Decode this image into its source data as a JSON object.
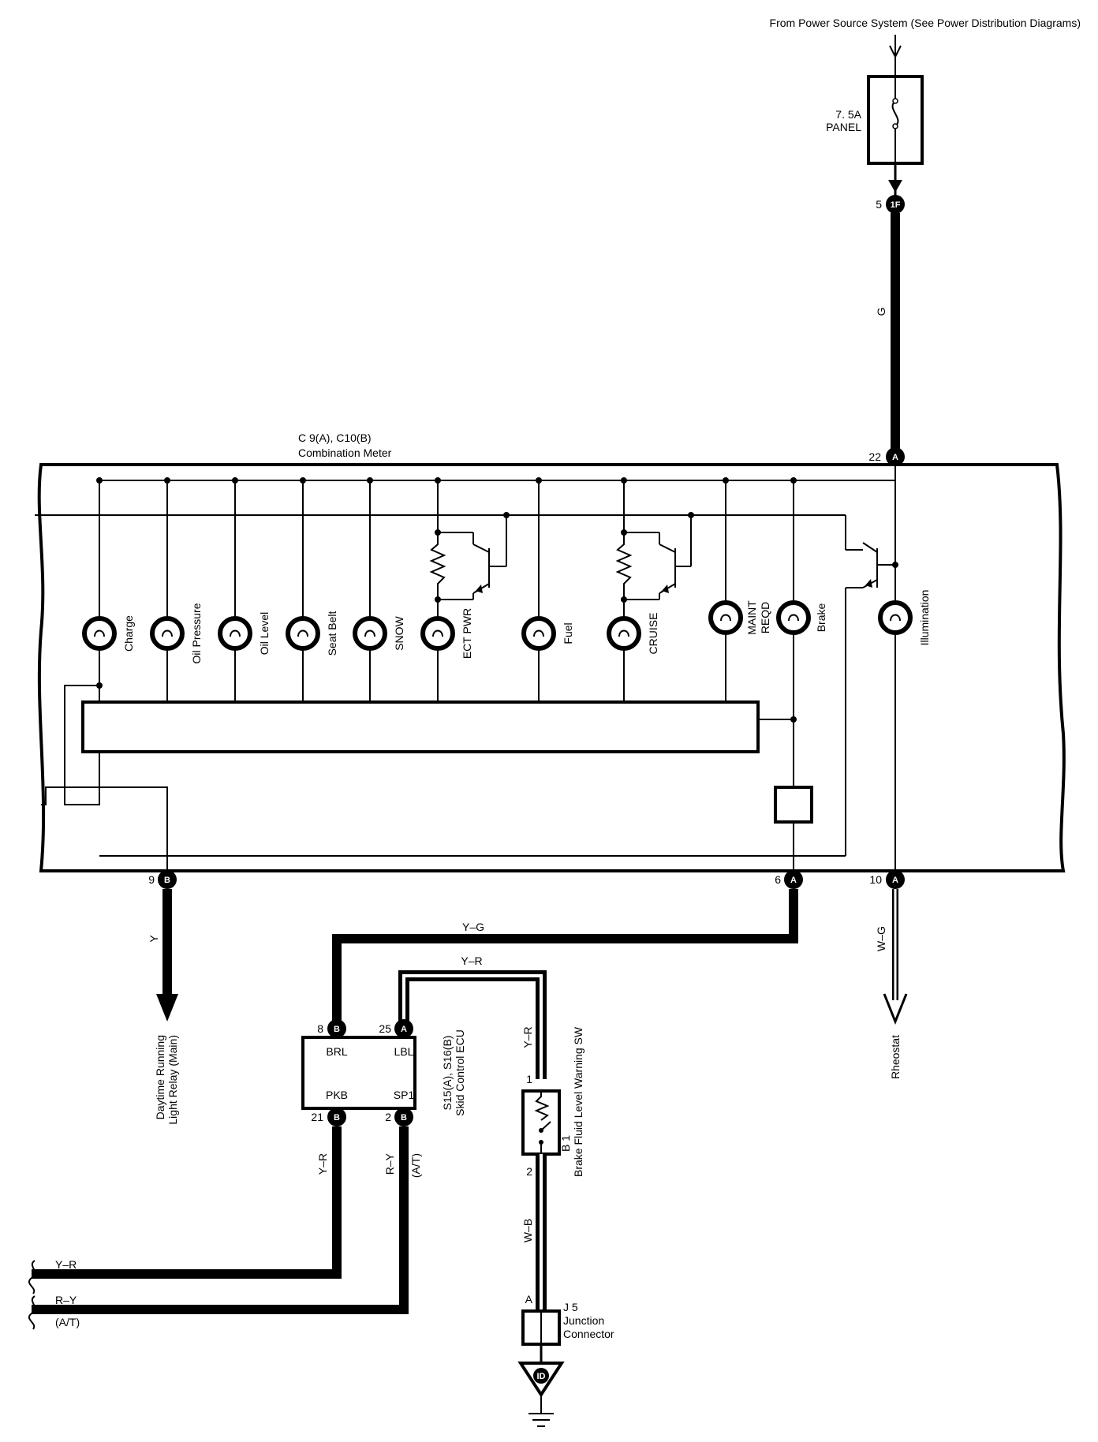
{
  "power_source": "From Power Source System (See Power Distribution Diagrams)",
  "fuse": {
    "rating": "7. 5A",
    "name": "PANEL"
  },
  "meter": {
    "connector": "C 9(A), C10(B)",
    "name": "Combination Meter"
  },
  "connectors": {
    "in_pin": "5",
    "in_code": "1F",
    "p22": "22",
    "p22_code": "A",
    "p9": "9",
    "p9_code": "B",
    "p6": "6",
    "p6_code": "A",
    "p10": "10",
    "p10_code": "A"
  },
  "lamps": [
    "Charge",
    "Oil Pressure",
    "Oil Level",
    "Seat Belt",
    "SNOW",
    "ECT PWR",
    "Fuel",
    "CRUISE",
    "MAINT REQD",
    "Brake",
    "Illumination"
  ],
  "lamp_lines": {
    "maint_1": "MAINT",
    "maint_2": "REQD"
  },
  "wires": {
    "g": "G",
    "y": "Y",
    "yg": "Y–G",
    "yr": "Y–R",
    "wg": "W–G",
    "ry": "R–Y",
    "wb": "W–B",
    "at": "(A/T)"
  },
  "relay": {
    "line1": "Daytime Running",
    "line2": "Light Relay (Main)"
  },
  "rheostat": "Rheostat",
  "ecu": {
    "connector": "S15(A), S16(B)",
    "name": "Skid Control ECU",
    "brl": "BRL",
    "lbl": "LBL",
    "pkb": "PKB",
    "sp1": "SP1",
    "pin8": "8",
    "pin8_code": "B",
    "pin25": "25",
    "pin25_code": "A",
    "pin21": "21",
    "pin21_code": "B",
    "pin2": "2",
    "pin2_code": "B"
  },
  "switch": {
    "code": "B 1",
    "name": "Brake Fluid Level Warning SW",
    "pin1": "1",
    "pin2": "2"
  },
  "junction": {
    "code": "J 5",
    "line1": "Junction",
    "line2": "Connector",
    "pin": "A"
  },
  "ground": {
    "code": "ID"
  }
}
